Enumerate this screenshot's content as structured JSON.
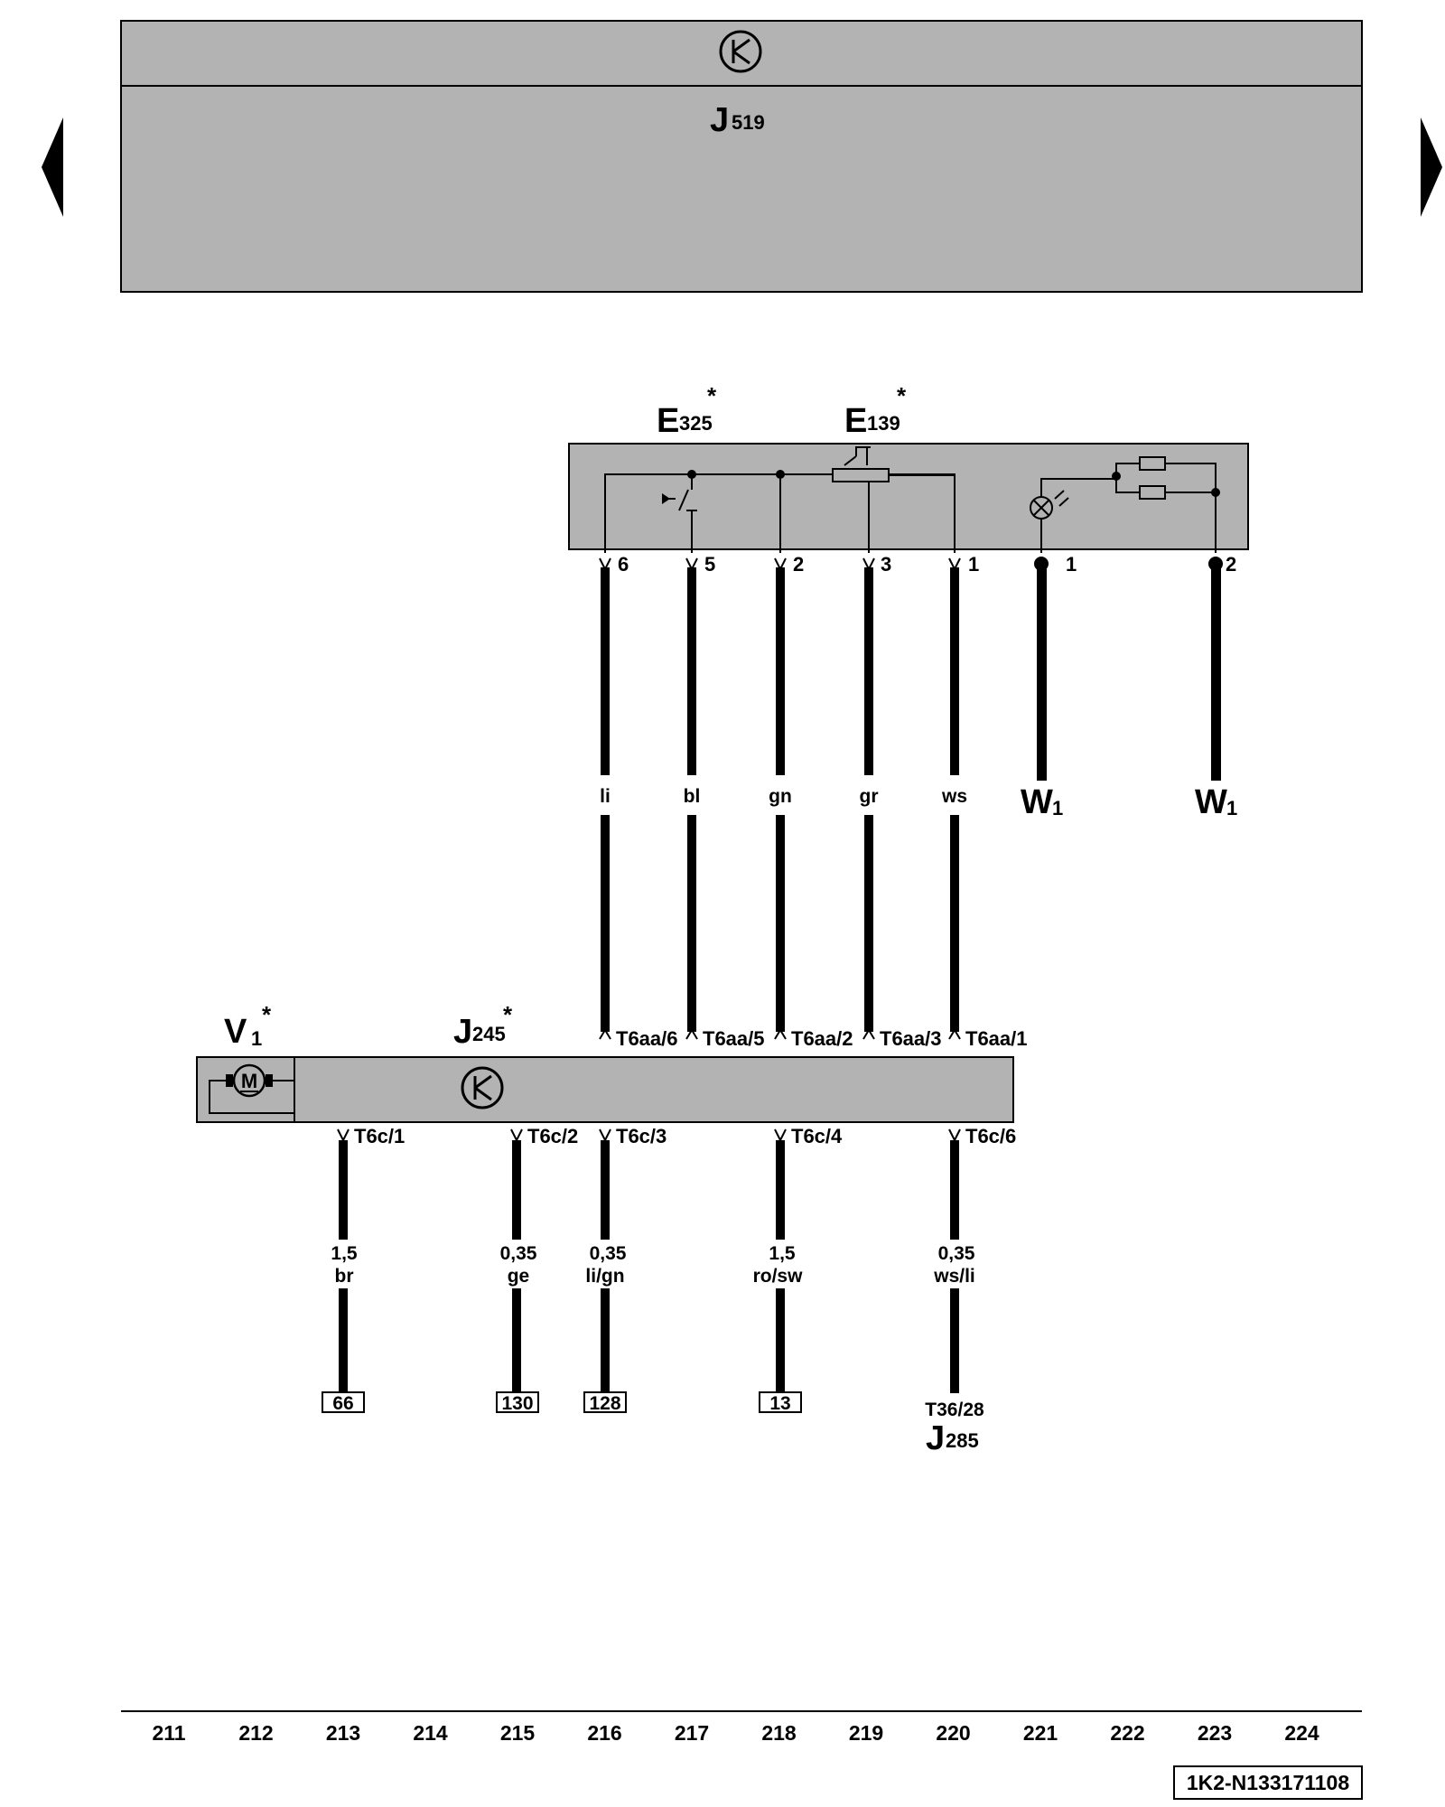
{
  "header": {
    "control_unit_label": "J",
    "control_unit_sub": "519"
  },
  "nav": {
    "prev": "previous-page",
    "next": "next-page"
  },
  "components": {
    "e325": {
      "label": "E",
      "sub": "325",
      "asterisk": "*"
    },
    "e139": {
      "label": "E",
      "sub": "139",
      "asterisk": "*"
    },
    "v1": {
      "label": "V",
      "sub": "1",
      "asterisk": "*"
    },
    "j245": {
      "label": "J",
      "sub": "245",
      "asterisk": "*"
    },
    "motor_symbol": "M"
  },
  "switch_pins": [
    "6",
    "5",
    "2",
    "3",
    "1"
  ],
  "lamp_pins": [
    "1",
    "2"
  ],
  "upper_wires": [
    {
      "color": "li",
      "connector": "T6aa/6"
    },
    {
      "color": "bl",
      "connector": "T6aa/5"
    },
    {
      "color": "gn",
      "connector": "T6aa/2"
    },
    {
      "color": "gr",
      "connector": "T6aa/3"
    },
    {
      "color": "ws",
      "connector": "T6aa/1"
    }
  ],
  "ground_points": [
    {
      "label": "W",
      "sub": "1"
    },
    {
      "label": "W",
      "sub": "1"
    }
  ],
  "lower_wires": [
    {
      "connector": "T6c/1",
      "size": "1,5",
      "color": "br",
      "target": "66"
    },
    {
      "connector": "T6c/2",
      "size": "0,35",
      "color": "ge",
      "target": "130"
    },
    {
      "connector": "T6c/3",
      "size": "0,35",
      "color": "li/gn",
      "target": "128"
    },
    {
      "connector": "T6c/4",
      "size": "1,5",
      "color": "ro/sw",
      "target": "13"
    },
    {
      "connector": "T6c/6",
      "size": "0,35",
      "color": "ws/li",
      "target_conn": "T36/28",
      "target_label": "J",
      "target_sub": "285"
    }
  ],
  "current_tracks": [
    "211",
    "212",
    "213",
    "214",
    "215",
    "216",
    "217",
    "218",
    "219",
    "220",
    "221",
    "222",
    "223",
    "224"
  ],
  "doc_id": "1K2-N133171108"
}
